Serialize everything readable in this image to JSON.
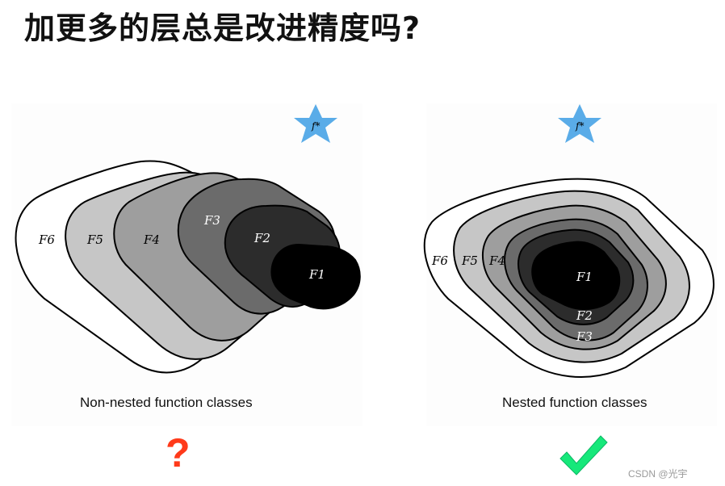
{
  "title": "加更多的层总是改进精度吗?",
  "left": {
    "caption": "Non-nested function classes",
    "star_label": "f*",
    "labels": [
      "F6",
      "F5",
      "F4",
      "F3",
      "F2",
      "F1"
    ]
  },
  "right": {
    "caption": "Nested function classes",
    "star_label": "f*",
    "labels": [
      "F6",
      "F5",
      "F4",
      "F1",
      "F2",
      "F3"
    ]
  },
  "marks": {
    "left": "?",
    "right": "check"
  },
  "watermark": "CSDN @光宇",
  "colors": {
    "star": "#5aace8",
    "question": "#ff3a1a",
    "check": "#16e87a"
  }
}
